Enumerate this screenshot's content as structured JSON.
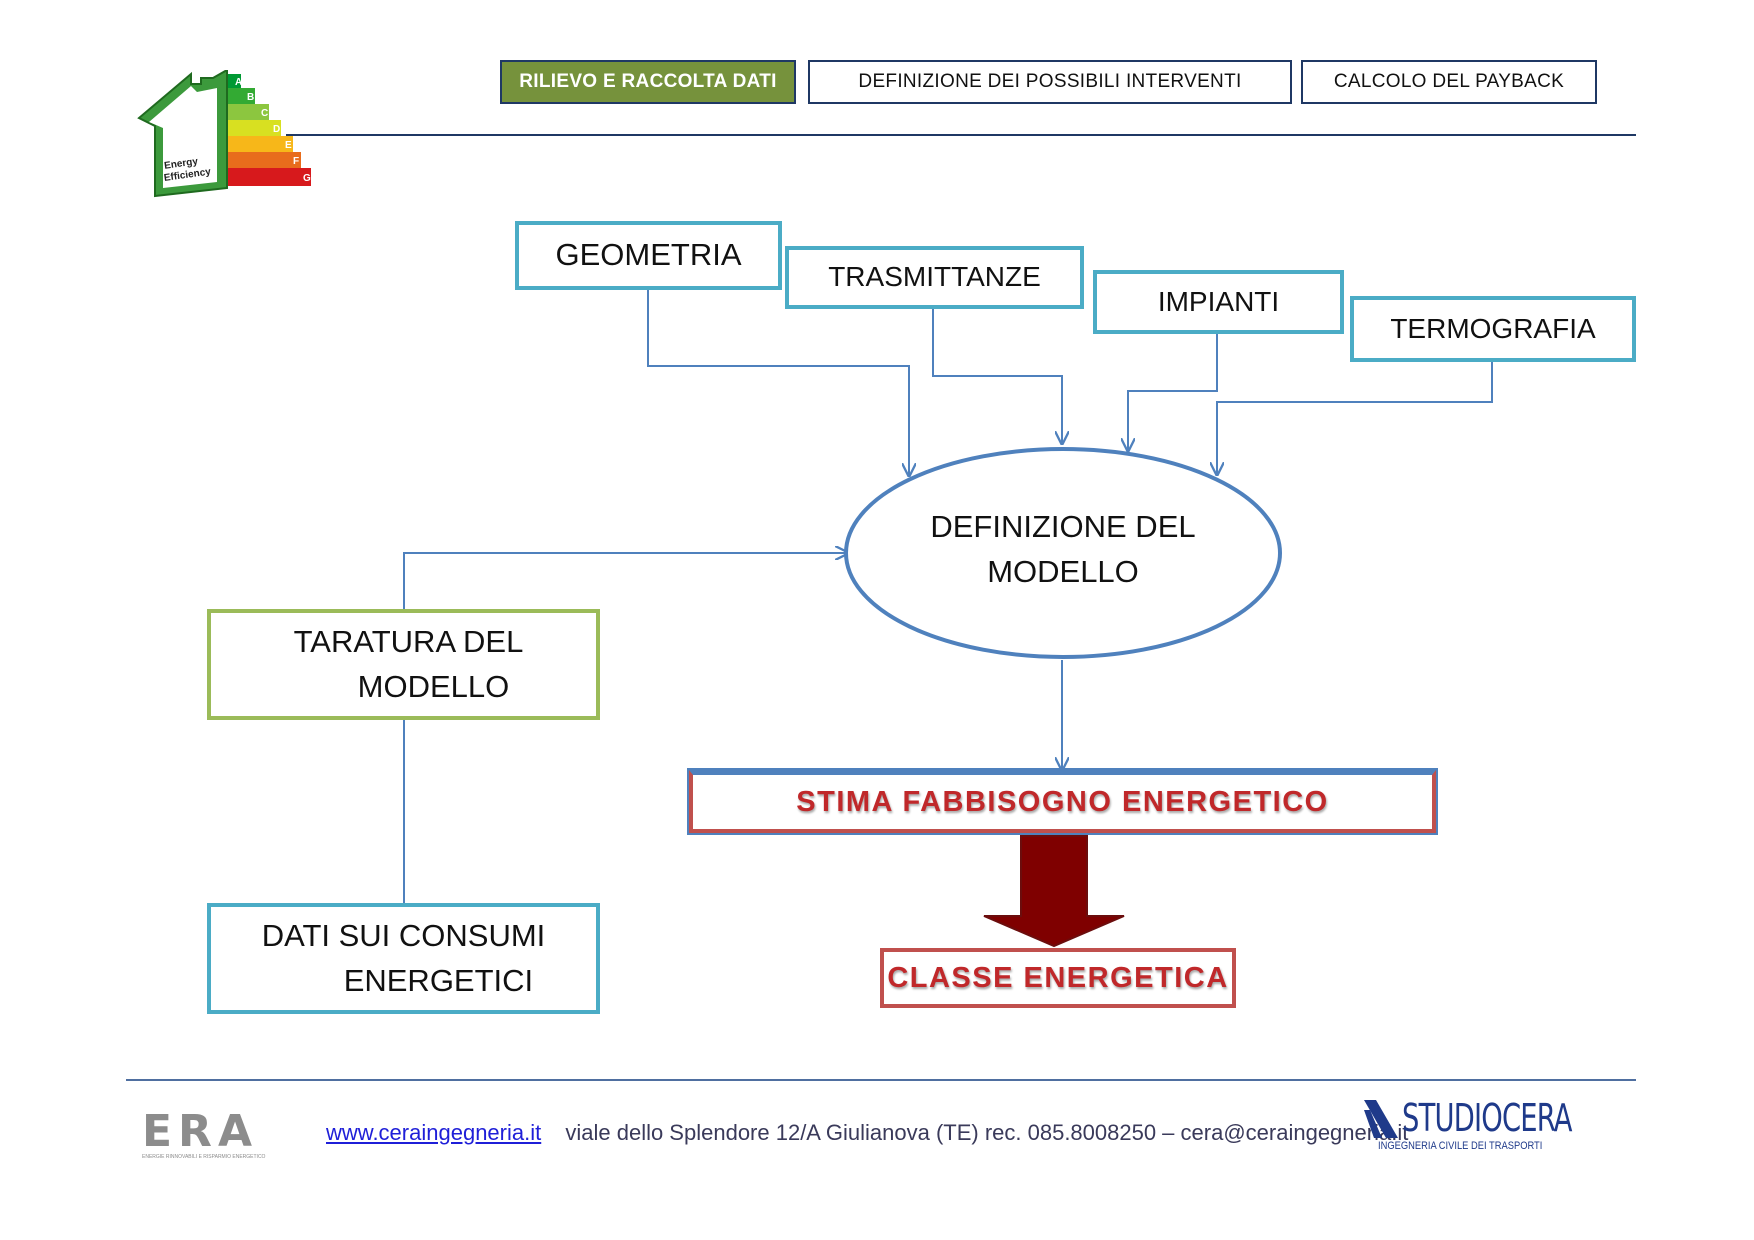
{
  "tabs": [
    {
      "label": "RILIEVO E RACCOLTA DATI",
      "active": true
    },
    {
      "label": "DEFINIZIONE DEI POSSIBILI INTERVENTI",
      "active": false
    },
    {
      "label": "CALCOLO DEL PAYBACK",
      "active": false
    }
  ],
  "logo": {
    "energy_text_1": "Energy",
    "energy_text_2": "Efficiency",
    "classes": [
      "A",
      "B",
      "C",
      "D",
      "E",
      "F",
      "G"
    ]
  },
  "diagram": {
    "inputs": [
      "GEOMETRIA",
      "TRASMITTANZE",
      "IMPIANTI",
      "TERMOGRAFIA"
    ],
    "model_line1": "DEFINIZIONE DEL",
    "model_line2": "MODELLO",
    "taratura_line1": "TARATURA DEL",
    "taratura_line2": "MODELLO",
    "consumi_line1": "DATI SUI CONSUMI",
    "consumi_line2": "ENERGETICI",
    "stima": "STIMA FABBISOGNO ENERGETICO",
    "classe": "CLASSE ENERGETICA"
  },
  "colors": {
    "teal": "#4bacc6",
    "green": "#9bbb59",
    "red": "#c0504d",
    "navy": "#1f3864",
    "connector": "#4f81bd",
    "arrow_fill": "#7f0000"
  },
  "footer": {
    "website": "www.ceraingegneria.it",
    "address": "viale dello Splendore 12/A Giulianova (TE) rec. 085.8008250 – cera@ceraingegneria.it",
    "left_logo": "ERA",
    "left_logo_sub": "ENERGIE RINNOVABILI E RISPARMIO ENERGETICO",
    "right_logo_main": "STUDIOCERA",
    "right_logo_sub": "INGEGNERIA CIVILE DEI TRASPORTI"
  }
}
